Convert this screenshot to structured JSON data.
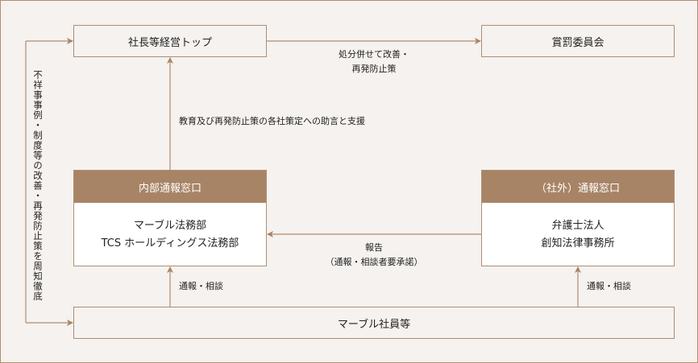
{
  "nodes": {
    "top": "社長等経営トップ",
    "committee": "賞罰委員会",
    "internal": {
      "header": "内部通報窓口",
      "lines": [
        "マーブル法務部",
        "TCS ホールディングス法務部"
      ]
    },
    "external": {
      "header": "（社外）通報窓口",
      "lines": [
        "弁護士法人",
        "創知法律事務所"
      ]
    },
    "employees": "マーブル社員等"
  },
  "labels": {
    "top_to_committee": [
      "処分併せて改善・",
      "再発防止策"
    ],
    "internal_to_top": "教育及び再発防止策の各社策定への助言と支援",
    "external_to_internal": [
      "報告",
      "（通報・相談者要承諾）"
    ],
    "employees_to_internal": "通報・相談",
    "employees_to_external": "通報・相談",
    "left_feedback": "不祥事事例・制度等の改善・再発防止策を周知徹底"
  },
  "colors": {
    "line": "#b08d72",
    "header": "#a88466",
    "background": "#f5f2ef"
  }
}
